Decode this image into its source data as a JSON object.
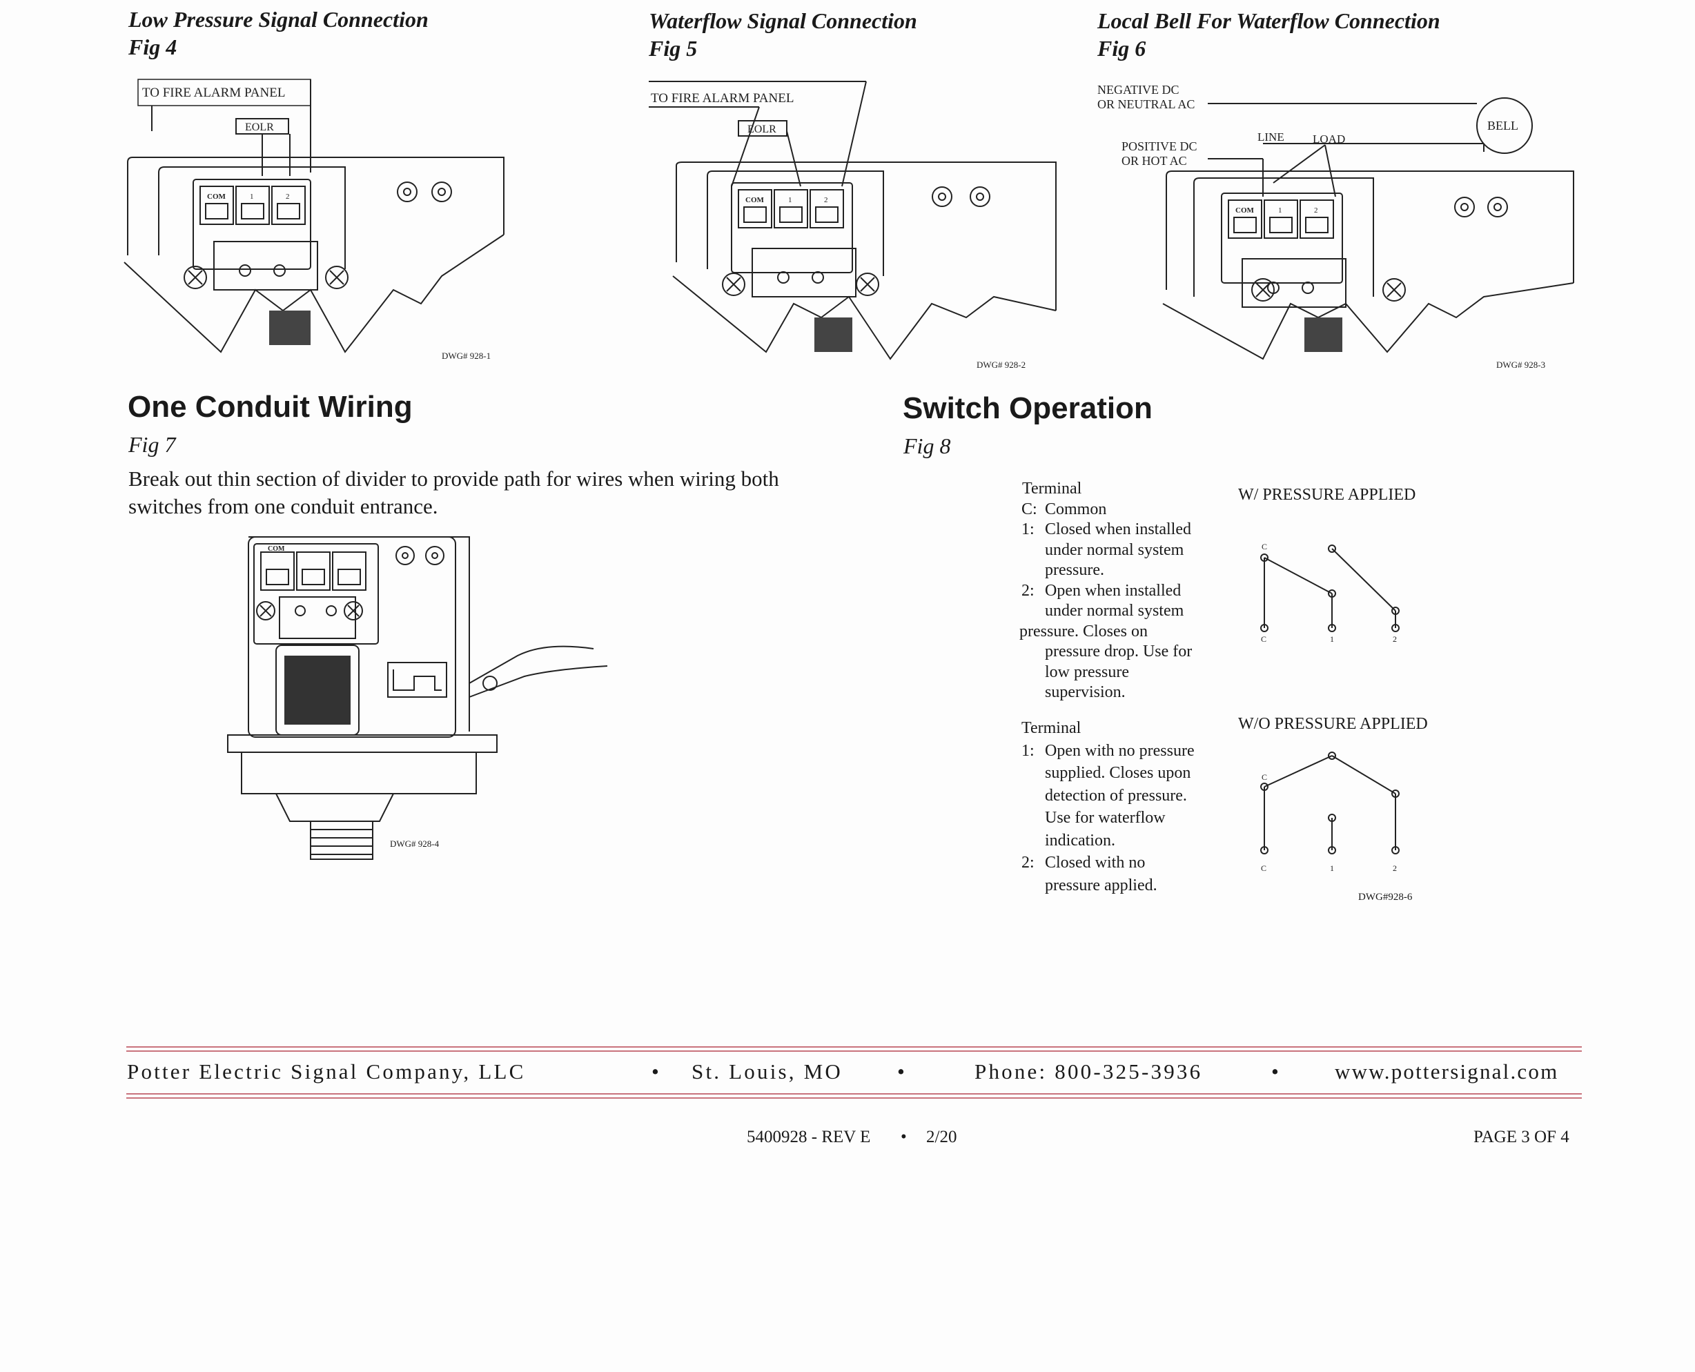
{
  "figures": {
    "fig4": {
      "title": "Low Pressure Signal Connection",
      "fig": "Fig 4",
      "panel": "TO FIRE ALARM PANEL",
      "eolr": "EOLR",
      "t_com": "COM",
      "t1": "1",
      "t2": "2",
      "dwg": "DWG# 928-1"
    },
    "fig5": {
      "title": "Waterflow Signal Connection",
      "fig": "Fig 5",
      "panel": "TO FIRE ALARM PANEL",
      "eolr": "EOLR",
      "t_com": "COM",
      "t1": "1",
      "t2": "2",
      "dwg": "DWG# 928-2"
    },
    "fig6": {
      "title": "Local Bell For Waterflow Connection",
      "fig": "Fig 6",
      "neg_line1": "NEGATIVE DC",
      "neg_line2": "OR NEUTRAL AC",
      "pos_line1": "POSITIVE DC",
      "pos_line2": "OR HOT AC",
      "line": "LINE",
      "load": "LOAD",
      "bell": "BELL",
      "t_com": "COM",
      "t1": "1",
      "t2": "2",
      "dwg": "DWG# 928-3"
    },
    "fig7": {
      "heading": "One Conduit Wiring",
      "fig": "Fig 7",
      "text": "Break out thin section of divider to provide path for wires when wiring both switches from one conduit entrance.",
      "t_com": "COM",
      "dwg": "DWG# 928-4"
    },
    "fig8": {
      "heading": "Switch Operation",
      "fig": "Fig 8",
      "group1": {
        "title": "Terminal",
        "items": [
          {
            "n": "C:",
            "t": "Common"
          },
          {
            "n": "1:",
            "t": "Closed when installed"
          },
          {
            "n": "",
            "t": "under normal system"
          },
          {
            "n": "",
            "t": "pressure."
          },
          {
            "n": "2:",
            "t": "Open when installed"
          },
          {
            "n": "",
            "t": "under normal system"
          }
        ],
        "tail": [
          "pressure. Closes on",
          "pressure drop. Use for",
          "low pressure",
          "supervision."
        ]
      },
      "group2": {
        "title": "Terminal",
        "items": [
          {
            "n": "1:",
            "t": "Open with no pressure"
          },
          {
            "n": "",
            "t": "supplied. Closes upon"
          },
          {
            "n": "",
            "t": "detection of pressure."
          },
          {
            "n": "",
            "t": "Use for waterflow"
          },
          {
            "n": "",
            "t": "indication."
          },
          {
            "n": "2:",
            "t": "Closed with no"
          },
          {
            "n": "",
            "t": "pressure applied."
          }
        ]
      },
      "with_pressure": "W/ PRESSURE APPLIED",
      "without_pressure": "W/O PRESSURE APPLIED",
      "lbl_c": "C",
      "lbl_1": "1",
      "lbl_2": "2",
      "dwg": "DWG#928-6"
    }
  },
  "footer": {
    "company": "Potter Electric Signal Company, LLC",
    "bullet": "•",
    "city": "St. Louis, MO",
    "phone": "Phone: 800-325-3936",
    "web": "www.pottersignal.com",
    "docnum": "5400928 - REV E",
    "date": "2/20",
    "page": "PAGE 3 OF 4"
  }
}
